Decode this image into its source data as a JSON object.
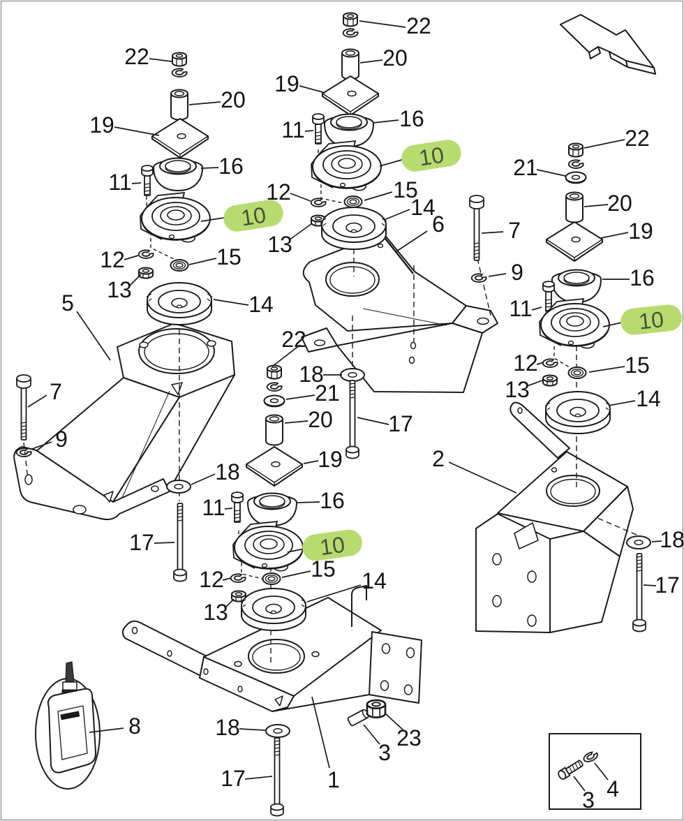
{
  "diagram": {
    "type": "exploded-parts-diagram",
    "background": "#ffffff",
    "line_color": "#1a1a1a",
    "arrow_direction": "down-right",
    "highlight": {
      "fill": "#b8db70",
      "text_color": "#47523a",
      "number": "10"
    },
    "callouts": {
      "n1": "1",
      "n2": "2",
      "n3": "3",
      "n4": "4",
      "n5": "5",
      "n6": "6",
      "n7": "7",
      "n8": "8",
      "n9": "9",
      "n10": "10",
      "n11": "11",
      "n12": "12",
      "n13": "13",
      "n14": "14",
      "n15": "15",
      "n16": "16",
      "n17": "17",
      "n18": "18",
      "n19": "19",
      "n20": "20",
      "n21": "21",
      "n22": "22",
      "n23": "23"
    }
  }
}
